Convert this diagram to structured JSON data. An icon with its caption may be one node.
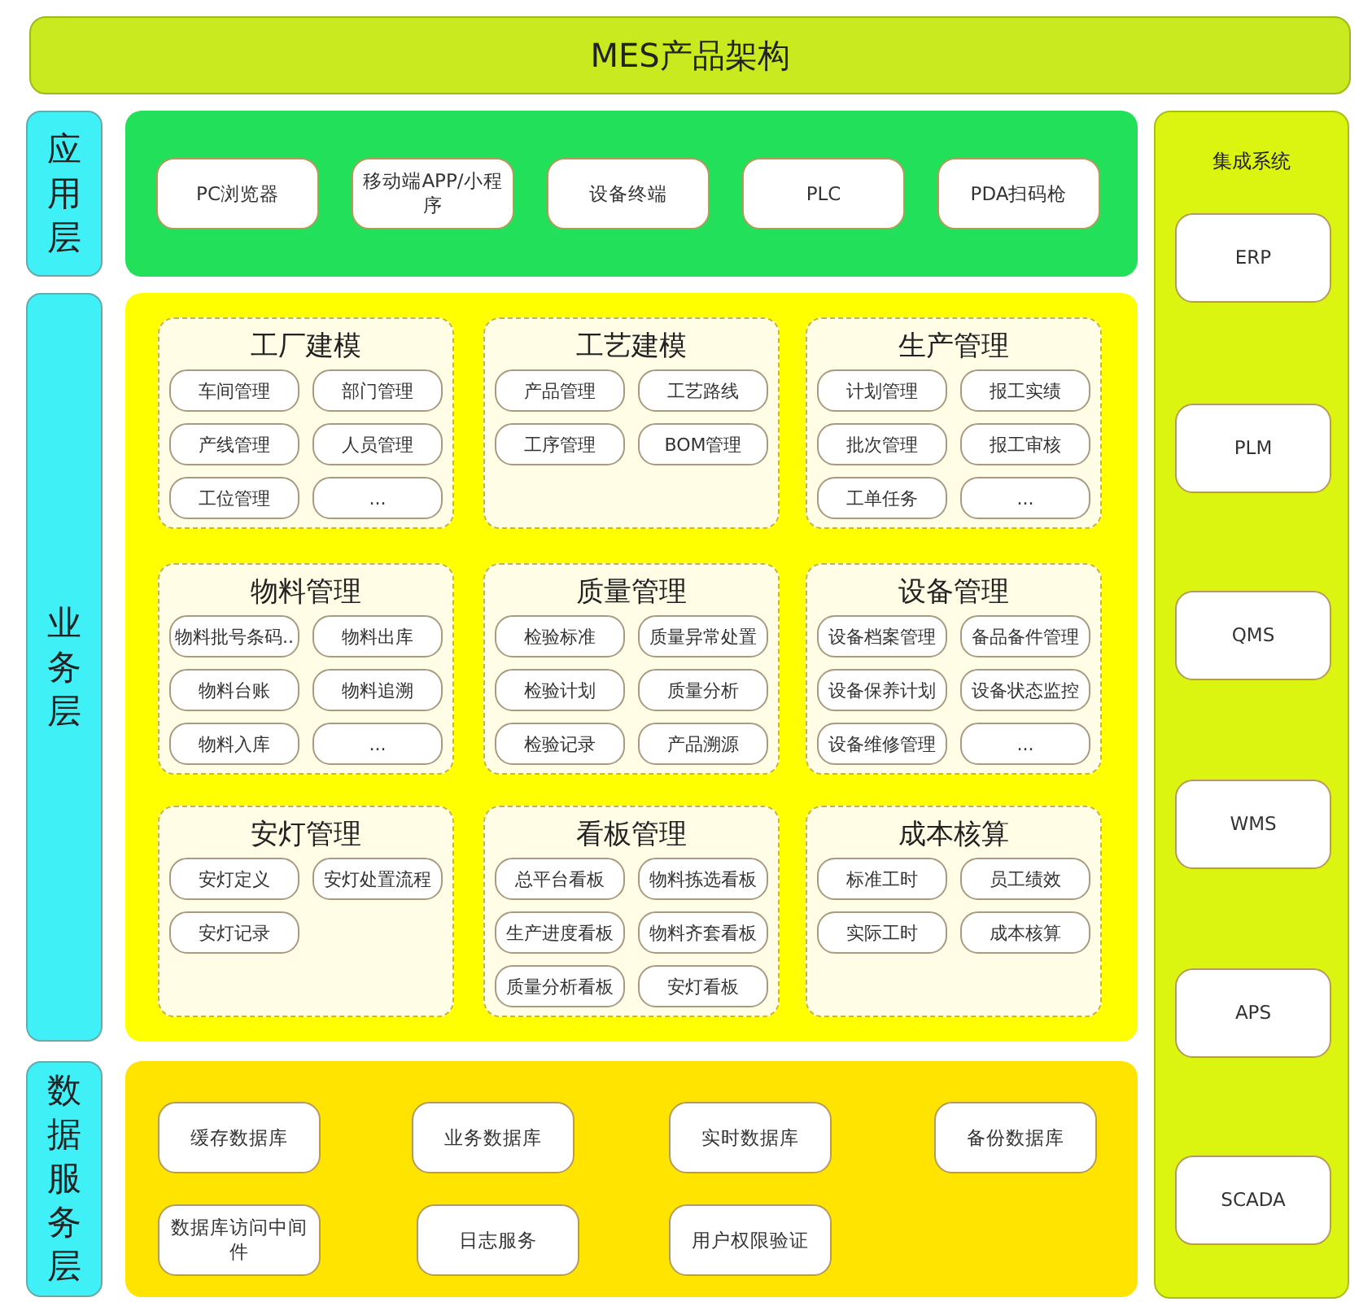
{
  "diagram": {
    "title": "MES产品架构",
    "nodes": [
      {
        "text": [
          "应用层"
        ]
      },
      {
        "text": [],
        "shape": "box"
      },
      {
        "text": [
          "PC浏览器"
        ],
        "in": 1
      },
      {
        "text": [
          "移动端APP/小程序"
        ],
        "in": 1
      },
      {
        "text": [
          "设备终端"
        ],
        "in": 1
      },
      {
        "text": [
          "PLC"
        ],
        "in": 1
      },
      {
        "text": [
          "PDA扫码枪"
        ],
        "in": 1
      },
      {
        "text": [
          "业务层"
        ]
      },
      {
        "text": [],
        "shape": "box"
      },
      {
        "text": [
          "工厂建模"
        ],
        "in": 8
      },
      {
        "text": [
          "车间管理"
        ],
        "in": 9
      },
      {
        "text": [
          "部门管理"
        ],
        "in": 9
      },
      {
        "text": [
          "产线管理"
        ],
        "in": 9
      },
      {
        "text": [
          "人员管理"
        ],
        "in": 9
      },
      {
        "text": [
          "工位管理"
        ],
        "in": 9
      },
      {
        "text": [
          "..."
        ],
        "in": 9
      },
      {
        "text": [
          "工艺建模"
        ],
        "in": 8
      },
      {
        "text": [
          "产品管理"
        ],
        "in": 16
      },
      {
        "text": [
          "工艺路线"
        ],
        "in": 16
      },
      {
        "text": [
          "工序管理"
        ],
        "in": 16
      },
      {
        "text": [
          "BOM管理"
        ],
        "in": 16
      },
      {
        "text": [
          "生产管理"
        ],
        "in": 8
      },
      {
        "text": [
          "计划管理"
        ],
        "in": 21
      },
      {
        "text": [
          "报工实绩"
        ],
        "in": 21
      },
      {
        "text": [
          "批次管理"
        ],
        "in": 21
      },
      {
        "text": [
          "报工审核"
        ],
        "in": 21
      },
      {
        "text": [
          "工单任务"
        ],
        "in": 21
      },
      {
        "text": [
          "..."
        ],
        "in": 21
      },
      {
        "text": [
          "物料管理"
        ],
        "in": 8
      },
      {
        "text": [
          "物料批号条码.."
        ],
        "in": 28
      },
      {
        "text": [
          "物料出库"
        ],
        "in": 28
      },
      {
        "text": [
          "物料台账"
        ],
        "in": 28
      },
      {
        "text": [
          "物料追溯"
        ],
        "in": 28
      },
      {
        "text": [
          "物料入库"
        ],
        "in": 28
      },
      {
        "text": [
          "..."
        ],
        "in": 28
      },
      {
        "text": [
          "质量管理"
        ],
        "in": 8
      },
      {
        "text": [
          "检验标准"
        ],
        "in": 35
      },
      {
        "text": [
          "质量异常处置"
        ],
        "in": 35
      },
      {
        "text": [
          "检验计划"
        ],
        "in": 35
      },
      {
        "text": [
          "质量分析"
        ],
        "in": 35
      },
      {
        "text": [
          "检验记录"
        ],
        "in": 35
      },
      {
        "text": [
          "产品溯源"
        ],
        "in": 35
      },
      {
        "text": [
          "设备管理"
        ],
        "in": 8
      },
      {
        "text": [
          "设备档案管理"
        ],
        "in": 42
      },
      {
        "text": [
          "备品备件管理"
        ],
        "in": 42
      },
      {
        "text": [
          "设备保养计划"
        ],
        "in": 42
      },
      {
        "text": [
          "设备状态监控"
        ],
        "in": 42
      },
      {
        "text": [
          "设备维修管理"
        ],
        "in": 42
      },
      {
        "text": [
          "..."
        ],
        "in": 42
      },
      {
        "text": [
          "安灯管理"
        ],
        "in": 8
      },
      {
        "text": [
          "安灯定义"
        ],
        "in": 49
      },
      {
        "text": [
          "安灯处置流程"
        ],
        "in": 49
      },
      {
        "text": [
          "安灯记录"
        ],
        "in": 49
      },
      {
        "text": [
          "看板管理"
        ],
        "in": 8
      },
      {
        "text": [
          "总平台看板"
        ],
        "in": 53
      },
      {
        "text": [
          "物料拣选看板"
        ],
        "in": 53
      },
      {
        "text": [
          "生产进度看板"
        ],
        "in": 53
      },
      {
        "text": [
          "物料齐套看板"
        ],
        "in": 53
      },
      {
        "text": [
          "质量分析看板"
        ],
        "in": 53
      },
      {
        "text": [
          "安灯看板"
        ],
        "in": 53
      },
      {
        "text": [
          "成本核算"
        ],
        "in": 8
      },
      {
        "text": [
          "标准工时"
        ],
        "in": 60
      },
      {
        "text": [
          "员工绩效"
        ],
        "in": 60
      },
      {
        "text": [
          "实际工时"
        ],
        "in": 60
      },
      {
        "text": [
          "成本核算"
        ],
        "in": 60
      },
      {
        "text": [
          "数据服务层"
        ]
      },
      {
        "text": [],
        "shape": "box"
      },
      {
        "text": [
          "缓存数据库"
        ],
        "in": 66
      },
      {
        "text": [
          "业务数据库"
        ],
        "in": 66
      },
      {
        "text": [
          "实时数据库"
        ],
        "in": 66
      },
      {
        "text": [
          "备份数据库"
        ],
        "in": 66
      },
      {
        "text": [
          "数据库访问中间件"
        ],
        "in": 66
      },
      {
        "text": [
          "日志服务"
        ],
        "in": 66
      },
      {
        "text": [
          "用户权限验证"
        ],
        "in": 66
      },
      {
        "text": [
          "集成系统"
        ]
      },
      {
        "text": [
          "ERP"
        ],
        "in": 74
      },
      {
        "text": [
          "PLM"
        ],
        "in": 74
      },
      {
        "text": [
          "QMS"
        ],
        "in": 74
      },
      {
        "text": [
          "WMS"
        ],
        "in": 74
      },
      {
        "text": [
          "APS"
        ],
        "in": 74
      },
      {
        "text": [
          "SCADA"
        ],
        "in": 74
      }
    ]
  }
}
